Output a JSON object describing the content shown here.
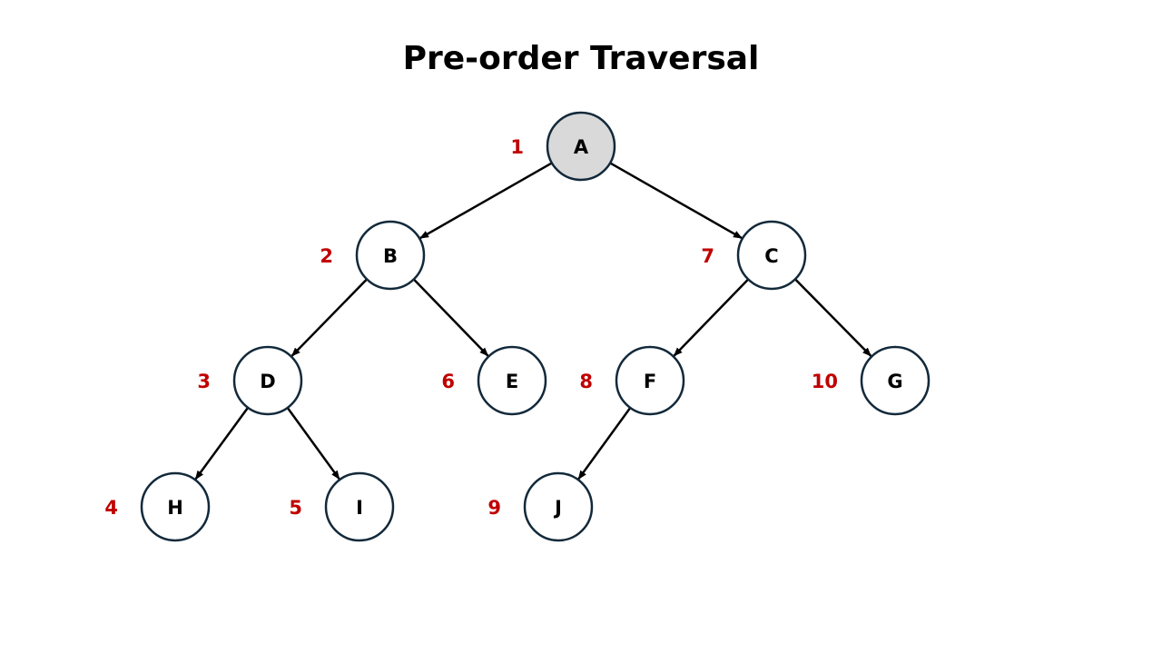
{
  "title": "Pre-order Traversal",
  "colors": {
    "root_fill": "#d9d9d9",
    "node_fill": "#ffffff",
    "node_stroke": "#12293a",
    "order_text": "#c00000",
    "edge": "#000000"
  },
  "tree": {
    "root": "A",
    "highlighted": "A",
    "nodes": [
      {
        "id": "A",
        "label": "A",
        "order": "1"
      },
      {
        "id": "B",
        "label": "B",
        "order": "2"
      },
      {
        "id": "C",
        "label": "C",
        "order": "7"
      },
      {
        "id": "D",
        "label": "D",
        "order": "3"
      },
      {
        "id": "E",
        "label": "E",
        "order": "6"
      },
      {
        "id": "F",
        "label": "F",
        "order": "8"
      },
      {
        "id": "G",
        "label": "G",
        "order": "10"
      },
      {
        "id": "H",
        "label": "H",
        "order": "4"
      },
      {
        "id": "I",
        "label": "I",
        "order": "5"
      },
      {
        "id": "J",
        "label": "J",
        "order": "9"
      }
    ],
    "edges": [
      {
        "from": "A",
        "to": "B"
      },
      {
        "from": "A",
        "to": "C"
      },
      {
        "from": "B",
        "to": "D"
      },
      {
        "from": "B",
        "to": "E"
      },
      {
        "from": "C",
        "to": "F"
      },
      {
        "from": "C",
        "to": "G"
      },
      {
        "from": "D",
        "to": "H"
      },
      {
        "from": "D",
        "to": "I"
      },
      {
        "from": "F",
        "to": "J"
      }
    ]
  }
}
